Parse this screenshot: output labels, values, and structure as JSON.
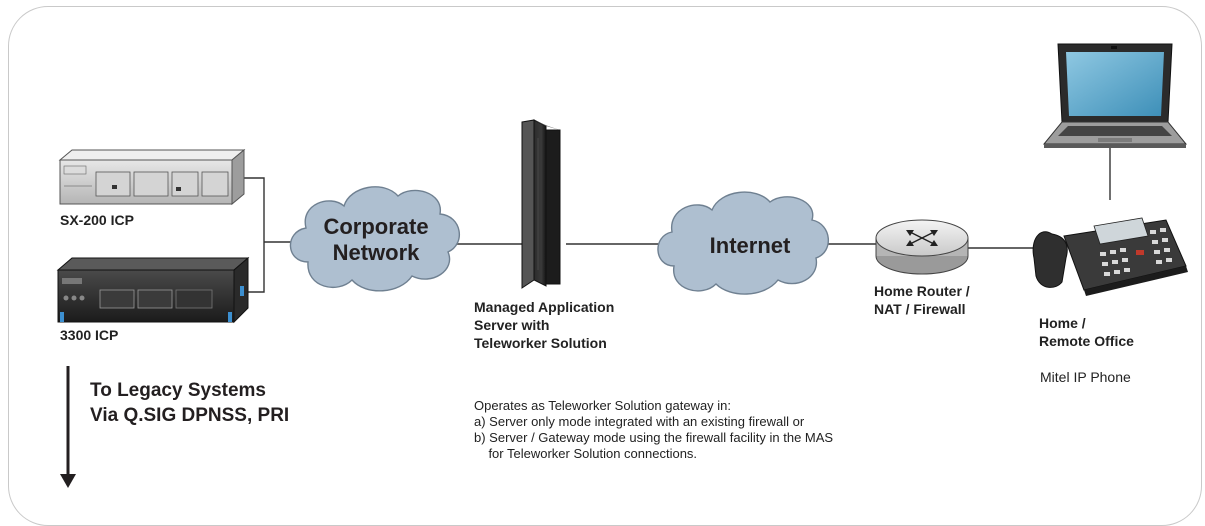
{
  "devices": {
    "sx200_label": "SX-200 ICP",
    "icp3300_label": "3300 ICP",
    "mas_label_lines": [
      "Managed Application",
      "Server with",
      "Teleworker Solution"
    ],
    "router_label_lines": [
      "Home Router /",
      "NAT / Firewall"
    ],
    "home_label_lines": [
      "Home /",
      "Remote Office"
    ],
    "phone_label": "Mitel IP Phone"
  },
  "clouds": {
    "corporate_lines": [
      "Corporate",
      "Network"
    ],
    "internet": "Internet"
  },
  "legacy_lines": [
    "To Legacy Systems",
    "Via Q.SIG DPNSS, PRI"
  ],
  "note_lines": [
    "Operates as Teleworker Solution gateway in:",
    "a) Server only mode integrated with an existing firewall or",
    "b) Server / Gateway mode using the firewall facility in the MAS",
    "    for Teleworker Solution connections."
  ],
  "colors": {
    "cloud_fill": "#aebfd0",
    "cloud_stroke": "#6f8091",
    "line": "#333333"
  }
}
